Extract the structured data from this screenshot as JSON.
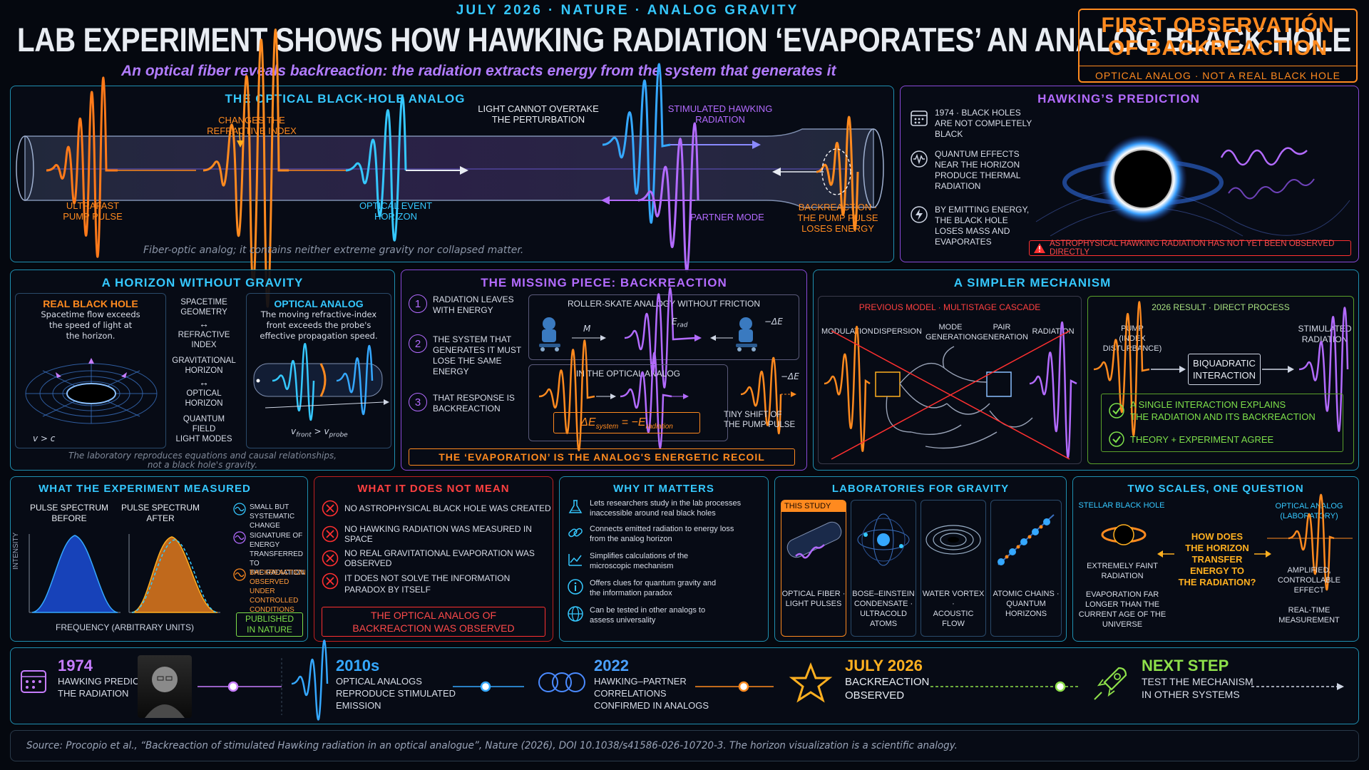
{
  "header": {
    "kicker": "JULY 2026 · NATURE · ANALOG GRAVITY",
    "title": "LAB EXPERIMENT SHOWS HOW HAWKING RADIATION ‘EVAPORATES’ AN ANALOG BLACK HOLE",
    "subtitle": "An optical fiber reveals backreaction: the radiation extracts energy from the system that generates it",
    "badge_title_1": "FIRST OBSERVATIÓN",
    "badge_title_2": "OF BACKREACTION",
    "badge_sub": "OPTICAL ANALOG · NOT A REAL BLACK HOLE"
  },
  "analog": {
    "title": "THE OPTICAL BLACK-HOLE ANALOG",
    "changes_index": "CHANGES THE\nREFRACTIVE INDEX",
    "light_cannot": "LIGHT CANNOT OVERTAKE\nTHE PERTURBATION",
    "stimulated": "STIMULATED HAWKING\nRADIATION",
    "pump_pulse": "ULTRAFAST\nPUMP PULSE",
    "event_horizon": "OPTICAL EVENT\nHORIZON",
    "partner_mode": "PARTNER MODE",
    "backreaction": "BACKREACTION ·\nTHE PUMP PULSE\nLOSES ENERGY",
    "caption": "Fiber-optic analog; it contains neither extreme gravity nor collapsed matter."
  },
  "prediction": {
    "title": "HAWKING’S PREDICTION",
    "items": [
      {
        "icon": "calendar-icon",
        "text": "1974 · BLACK HOLES\nARE NOT COMPLETELY\nBLACK"
      },
      {
        "icon": "wave-icon",
        "text": "QUANTUM EFFECTS\nNEAR THE HORIZON\nPRODUCE THERMAL\nRADIATION"
      },
      {
        "icon": "energy-icon",
        "text": "BY EMITTING ENERGY,\nTHE BLACK HOLE\nLOSES MASS AND\nEVAPORATES"
      }
    ],
    "warning": "ASTROPHYSICAL HAWKING RADIATION HAS NOT YET BEEN OBSERVED DIRECTLY"
  },
  "horizon": {
    "title": "A HORIZON WITHOUT GRAVITY",
    "real_title": "REAL BLACK HOLE",
    "real_text": "Spacetime flow exceeds\nthe speed of light at\nthe horizon.",
    "v_c": "v > c",
    "mapping": [
      "SPACETIME\nGEOMETRY",
      "↔",
      "REFRACTIVE\nINDEX",
      "GRAVITATIONAL\nHORIZON",
      "↔",
      "OPTICAL\nHORIZON",
      "QUANTUM\nFIELD",
      "LIGHT MODES"
    ],
    "optical_title": "OPTICAL ANALOG",
    "optical_text": "The moving refractive-index\nfront exceeds the probe's\neffective propagation speed.",
    "v_front": "v",
    "v_front_sub": "front",
    "gt": ">",
    "v_probe": "v",
    "v_probe_sub": "probe",
    "caption": "The laboratory reproduces equations and causal relationships,\nnot a black hole's gravity."
  },
  "missing": {
    "title": "THE MISSING PIECE: BACKREACTION",
    "steps": [
      {
        "n": "1",
        "text": "RADIATION LEAVES\nWITH ENERGY"
      },
      {
        "n": "2",
        "text": "THE SYSTEM THAT\nGENERATES IT MUST\nLOSE THE SAME\nENERGY"
      },
      {
        "n": "3",
        "text": "THAT RESPONSE IS\nBACKREACTION"
      }
    ],
    "roller_title": "ROLLER-SKATE ANALOGY WITHOUT FRICTION",
    "m": "M",
    "erad": "E",
    "erad_sub": "rad",
    "minus_de": "−ΔE",
    "in_optical": "IN THE OPTICAL ANALOG",
    "minus_de2": "−ΔE",
    "equation_a": "ΔE",
    "equation_a_sub": "system",
    "equation_b": " = −E",
    "equation_b_sub": "radiation",
    "tiny_shift": "TINY SHIFT OF\nTHE PUMP PULSE",
    "banner": "THE ‘EVAPORATION’ IS THE ANALOG'S ENERGETIC RECOIL"
  },
  "mechanism": {
    "title": "A SIMPLER MECHANISM",
    "prev_title": "PREVIOUS MODEL · MULTISTAGE CASCADE",
    "prev_labels": [
      "MODULATION",
      "DISPERSION",
      "MODE\nGENERATION",
      "PAIR\nGENERATION",
      "RADIATION"
    ],
    "result_title": "2026 RESULT · DIRECT PROCESS",
    "pump": "PUMP\n(INDEX DISTURBANCE)",
    "biquadratic": "BIQUADRATIC\nINTERACTION",
    "stimulated": "STIMULATED\nRADIATION",
    "checks": [
      "A SINGLE INTERACTION EXPLAINS\nTHE RADIATION AND ITS BACKREACTION",
      "THEORY + EXPERIMENT AGREE"
    ]
  },
  "measured": {
    "title": "WHAT THE EXPERIMENT MEASURED",
    "before": "PULSE SPECTRUM\nBEFORE",
    "after": "PULSE SPECTRUM\nAFTER",
    "ylabel": "INTENSITY",
    "xlabel": "FREQUENCY (ARBITRARY UNITS)",
    "notes": [
      "SMALL BUT\nSYSTEMATIC CHANGE",
      "SIGNATURE OF ENERGY\nTRANSFERRED TO\nTHE RADIATION",
      "BACKREACTION\nOBSERVED UNDER\nCONTROLLED\nCONDITIONS"
    ],
    "published": "PUBLISHED\nIN NATURE"
  },
  "notmean": {
    "title": "WHAT IT DOES NOT MEAN",
    "items": [
      "NO ASTROPHYSICAL BLACK HOLE WAS CREATED",
      "NO HAWKING RADIATION WAS MEASURED IN SPACE",
      "NO REAL GRAVITATIONAL EVAPORATION WAS OBSERVED",
      "IT DOES NOT SOLVE THE INFORMATION\nPARADOX BY ITSELF"
    ],
    "banner": "THE OPTICAL ANALOG OF\nBACKREACTION WAS OBSERVED"
  },
  "matters": {
    "title": "WHY IT MATTERS",
    "items": [
      {
        "icon": "flask-icon",
        "text": "Lets researchers study in the lab processes\ninaccessible around real black holes"
      },
      {
        "icon": "link-icon",
        "text": "Connects emitted radiation to energy loss\nfrom the analog horizon"
      },
      {
        "icon": "chart-icon",
        "text": "Simplifies calculations of the\nmicroscopic mechanism"
      },
      {
        "icon": "info-icon",
        "text": "Offers clues for quantum gravity and\nthe information paradox"
      },
      {
        "icon": "globe-icon",
        "text": "Can be tested in other analogs to\nassess universality"
      }
    ]
  },
  "labs": {
    "title": "LABORATORIES FOR GRAVITY",
    "this_study": "THIS STUDY",
    "items": [
      "OPTICAL FIBER ·\nLIGHT PULSES",
      "BOSE–EINSTEIN\nCONDENSATE ·\nULTRACOLD ATOMS",
      "WATER VORTEX ·\nACOUSTIC FLOW",
      "ATOMIC CHAINS ·\nQUANTUM\nHORIZONS"
    ]
  },
  "scales": {
    "title": "TWO SCALES, ONE QUESTION",
    "stellar": "STELLAR BLACK HOLE",
    "optical": "OPTICAL ANALOG\n(LABORATORY)",
    "question": "HOW DOES\nTHE HORIZON\nTRANSFER\nENERGY TO\nTHE RADIATION?",
    "left_1": "EXTREMELY FAINT\nRADIATION",
    "left_2": "EVAPORATION FAR\nLONGER THAN THE\nCURRENT AGE OF THE\nUNIVERSE",
    "right_1": "AMPLIFIED,\nCONTROLLABLE\nEFFECT",
    "right_2": "REAL-TIME\nMEASUREMENT"
  },
  "timeline": [
    {
      "year": "1974",
      "text": "HAWKING PREDICTS\nTHE RADIATION",
      "color": "#c77dff"
    },
    {
      "year": "2010s",
      "text": "OPTICAL ANALOGS\nREPRODUCE STIMULATED\nEMISSION",
      "color": "#35a8ff"
    },
    {
      "year": "2022",
      "text": "HAWKING–PARTNER\nCORRELATIONS\nCONFIRMED IN ANALOGS",
      "color": "#4aa0ff"
    },
    {
      "year": "JULY 2026",
      "text": "BACKREACTION\nOBSERVED",
      "color": "#ffb020"
    },
    {
      "year": "NEXT STEP",
      "text": "TEST THE MECHANISM\nIN OTHER SYSTEMS",
      "color": "#8ee04a"
    }
  ],
  "source": "Source: Procopio et al., “Backreaction of stimulated Hawking radiation in an optical analogue”, Nature (2026), DOI 10.1038/s41586-026-10720-3.  The horizon visualization is a scientific analogy."
}
